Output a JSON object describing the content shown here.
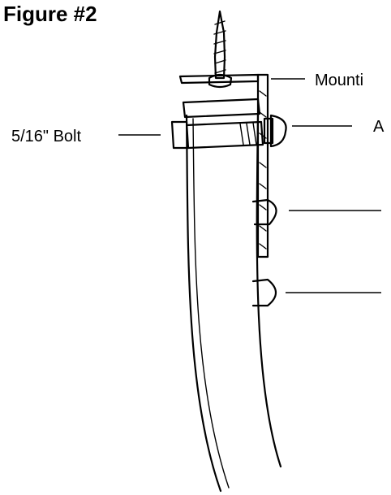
{
  "figure": {
    "title": "Figure #2",
    "labels": {
      "mounting": "Mounti",
      "bolt": "5/16\" Bolt",
      "cap": "A"
    }
  }
}
